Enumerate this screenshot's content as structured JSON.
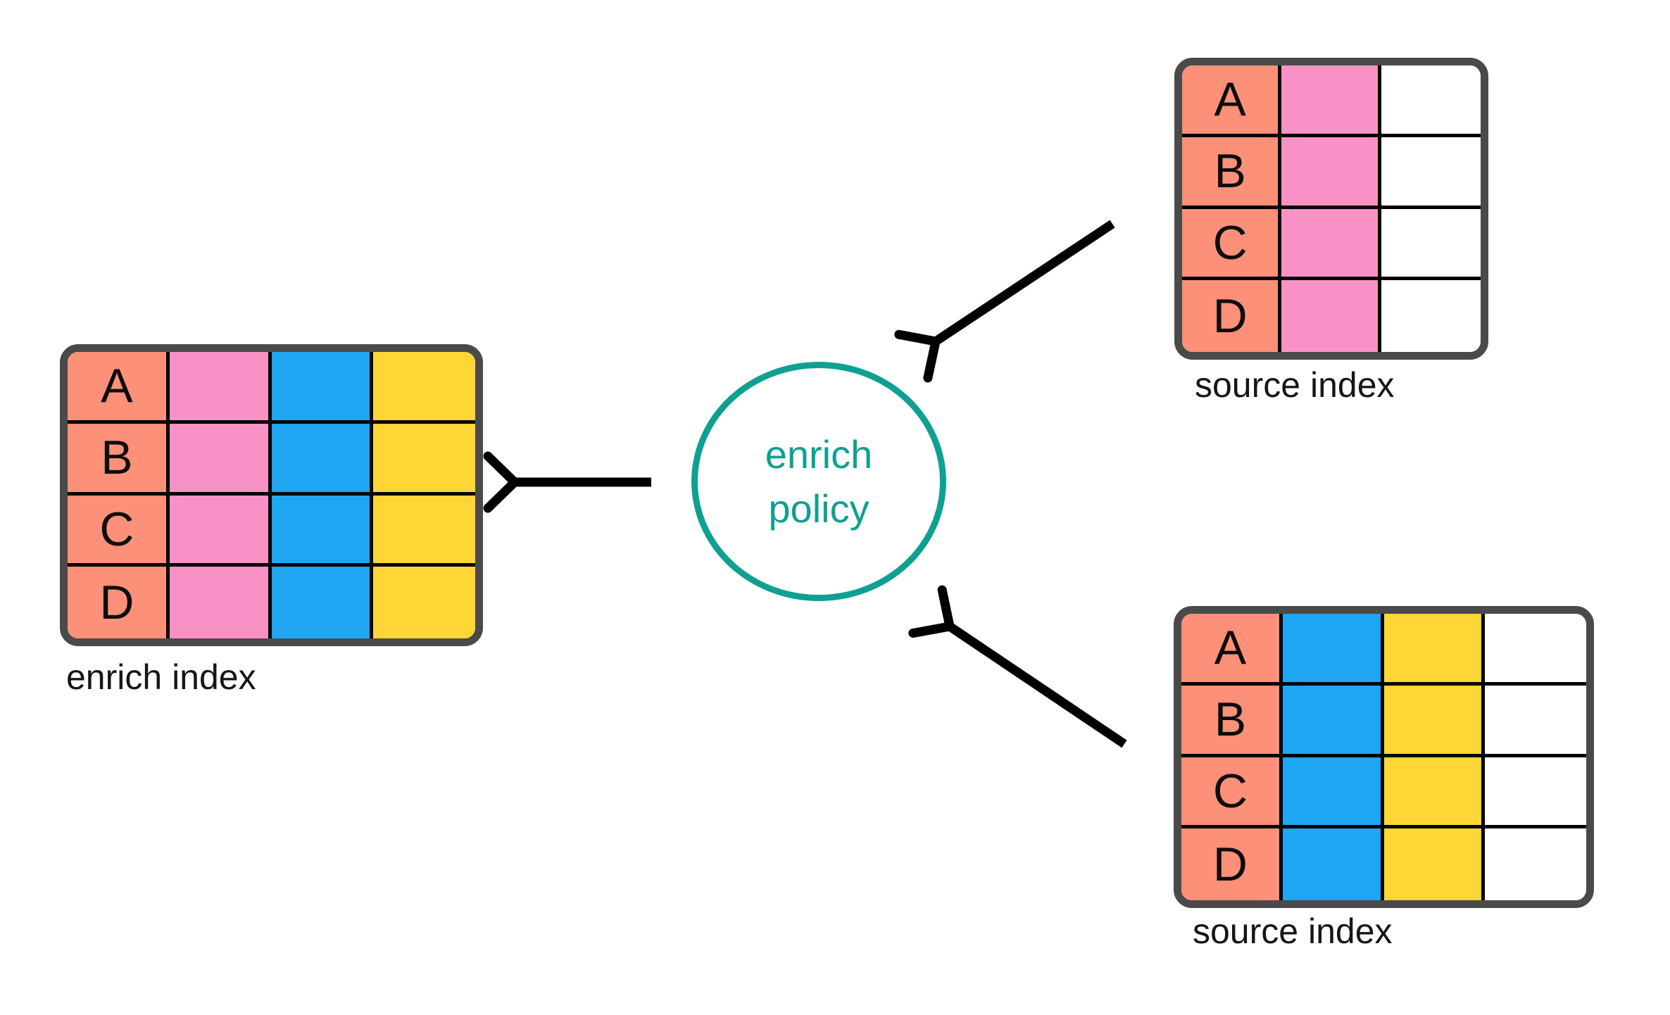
{
  "colors": {
    "background": "#ffffff",
    "salmon": "#FC9078",
    "pink": "#F892C6",
    "blue": "#1FA6F2",
    "yellow": "#FFD636",
    "white": "#FFFFFF",
    "teal": "#0FA092",
    "border": "#4A4A4A",
    "line": "#000000",
    "arrow": "#000000"
  },
  "policy_node": {
    "lines": [
      "enrich",
      "policy"
    ]
  },
  "enrich_index": {
    "label": "enrich index",
    "row_keys": [
      "A",
      "B",
      "C",
      "D"
    ],
    "columns": [
      "salmon",
      "pink",
      "blue",
      "yellow"
    ]
  },
  "source_index_top": {
    "label": "source index",
    "row_keys": [
      "A",
      "B",
      "C",
      "D"
    ],
    "columns": [
      "salmon",
      "pink",
      "white"
    ]
  },
  "source_index_bottom": {
    "label": "source index",
    "row_keys": [
      "A",
      "B",
      "C",
      "D"
    ],
    "columns": [
      "salmon",
      "blue",
      "yellow",
      "white"
    ]
  },
  "arrows": [
    {
      "name": "policy-to-enrich-index",
      "direction": "left"
    },
    {
      "name": "source-top-to-policy",
      "direction": "down-left"
    },
    {
      "name": "source-bottom-to-policy",
      "direction": "up-left"
    }
  ]
}
